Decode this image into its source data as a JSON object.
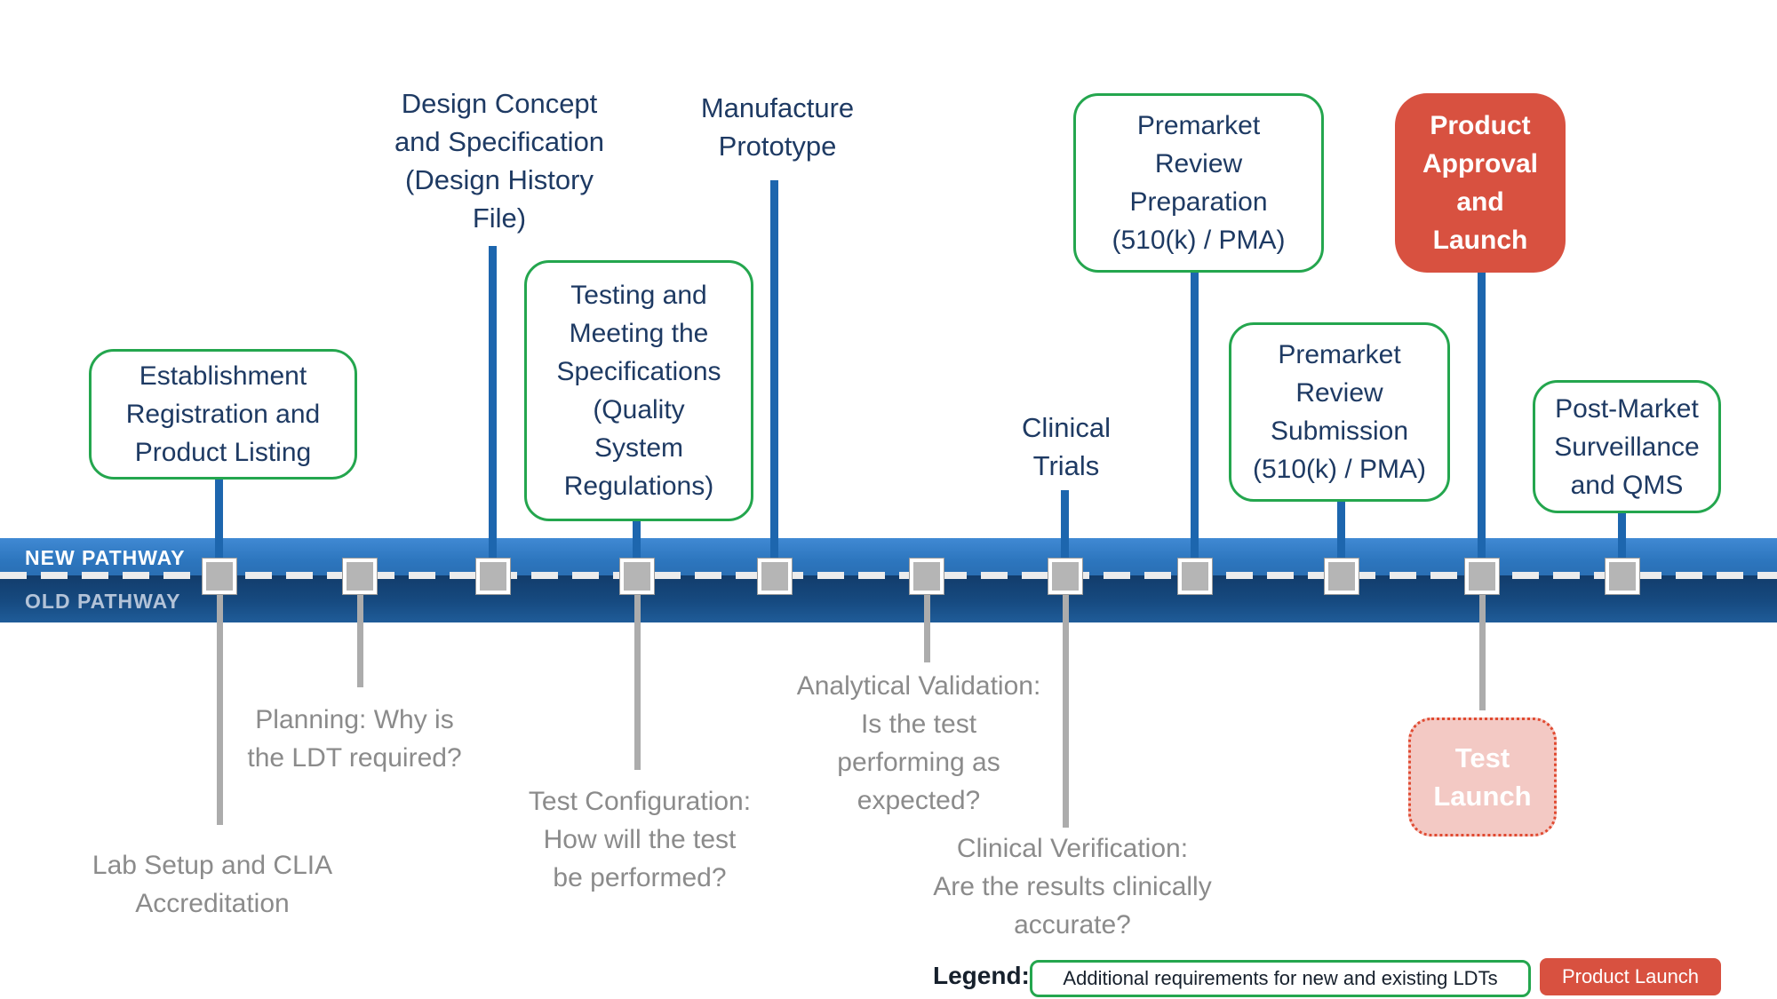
{
  "pathway_labels": {
    "new": "NEW PATHWAY",
    "old": "OLD PATHWAY"
  },
  "stages_above": [
    {
      "label": "Establishment\nRegistration and\nProduct Listing",
      "style": "green-box"
    },
    {
      "label": "Design Concept\nand Specification\n(Design History\nFile)",
      "style": "plain-text"
    },
    {
      "label": "Testing and\nMeeting the\nSpecifications\n(Quality\nSystem\nRegulations)",
      "style": "green-box"
    },
    {
      "label": "Manufacture\nPrototype",
      "style": "plain-text"
    },
    {
      "label": "Clinical\nTrials",
      "style": "plain-text"
    },
    {
      "label": "Premarket\nReview\nPreparation\n(510(k) / PMA)",
      "style": "green-box"
    },
    {
      "label": "Premarket\nReview\nSubmission\n(510(k) / PMA)",
      "style": "green-box"
    },
    {
      "label": "Product\nApproval\nand\nLaunch",
      "style": "red-box"
    },
    {
      "label": "Post-Market\nSurveillance\nand QMS",
      "style": "green-box"
    }
  ],
  "stages_below": [
    {
      "label": "Lab Setup and CLIA\nAccreditation",
      "style": "gray-text"
    },
    {
      "label": "Planning: Why is\nthe LDT required?",
      "style": "gray-text"
    },
    {
      "label": "Test Configuration:\nHow will the test\nbe performed?",
      "style": "gray-text"
    },
    {
      "label": "Analytical Validation:\nIs the test\nperforming as\nexpected?",
      "style": "gray-text"
    },
    {
      "label": "Clinical Verification:\nAre the results clinically\naccurate?",
      "style": "gray-text"
    },
    {
      "label": "Test\nLaunch",
      "style": "pink-box"
    }
  ],
  "legend": {
    "title": "Legend:",
    "green_item": "Additional requirements for new and existing LDTs",
    "red_item": "Product Launch"
  },
  "colors": {
    "band_new_blue": "#2d76be",
    "band_old_blue": "#164a80",
    "green_border": "#24a64e",
    "navy_text": "#1e3a63",
    "red_fill": "#d85140",
    "pink_fill": "#f3c9c4",
    "pink_dotted_border": "#e04a31",
    "gray_text": "#8b8b8b",
    "marker_gray": "#b5b5b5",
    "stem_blue": "#1d66ae",
    "stem_gray": "#acacac",
    "old_label_gray": "#b3c3d8"
  }
}
